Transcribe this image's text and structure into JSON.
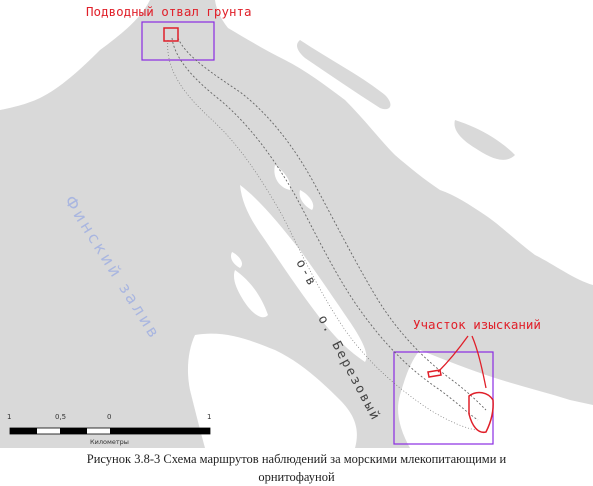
{
  "map": {
    "labels": {
      "dump_site": "Подводный отвал грунта",
      "survey_area": "Участок изысканий",
      "gulf": "Финский залив",
      "island_1": "о. Березовый",
      "island_2": "о-в"
    },
    "scale": {
      "tick_1": "1",
      "tick_2": "0,5",
      "tick_3": "0",
      "tick_4": "1",
      "unit": "Километры"
    },
    "colors": {
      "water": "#d9d9d9",
      "land": "#ffffff",
      "annotation": "#e0202a",
      "frame": "#8a2be2",
      "gulf_text": "#a9b6e0",
      "route": "#666666"
    }
  },
  "caption": {
    "line1": "Рисунок 3.8-3 Схема маршрутов наблюдений за морскими млекопитающими и",
    "line2": "орнитофауной"
  }
}
